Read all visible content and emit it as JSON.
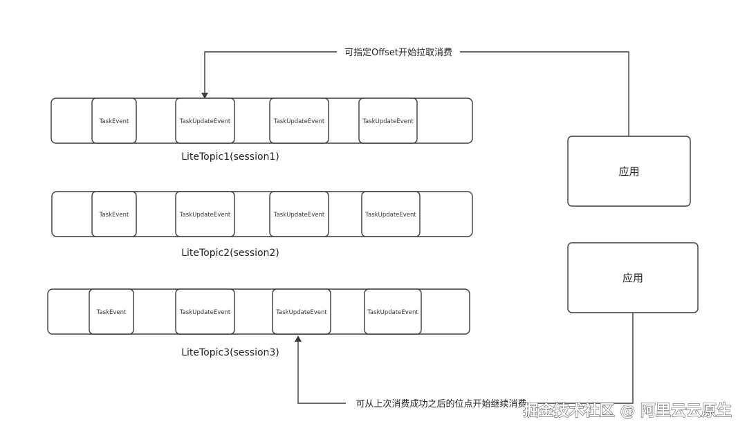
{
  "topics": [
    {
      "label": "LiteTopic1(session1)",
      "events": [
        "TaskEvent",
        "TaskUpdateEvent",
        "TaskUpdateEvent",
        "TaskUpdateEvent"
      ]
    },
    {
      "label": "LiteTopic2(session2)",
      "events": [
        "TaskEvent",
        "TaskUpdateEvent",
        "TaskUpdateEvent",
        "TaskUpdateEvent"
      ]
    },
    {
      "label": "LiteTopic3(session3)",
      "events": [
        "TaskEvent",
        "TaskUpdateEvent",
        "TaskUpdateEvent",
        "TaskUpdateEvent"
      ]
    }
  ],
  "apps": [
    {
      "label": "应用"
    },
    {
      "label": "应用"
    }
  ],
  "notes": {
    "top": "可指定Offset开始拉取消费",
    "bottom": "可从上次消费成功之后的位点开始继续消费"
  },
  "watermark": "掘金技术社区 @ 阿里云云原生",
  "colors": {
    "stroke": "#3a3a3a",
    "background": "#ffffff",
    "text": "#222222"
  }
}
